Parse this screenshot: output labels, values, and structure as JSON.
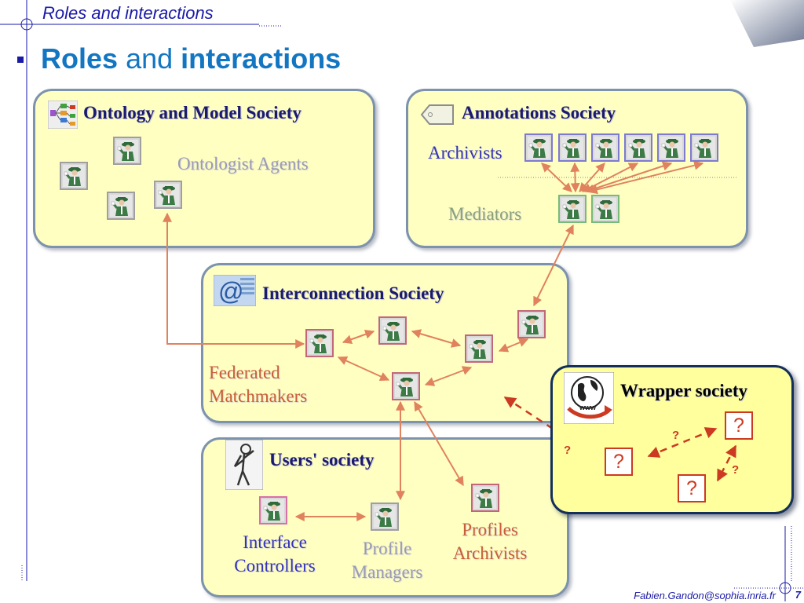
{
  "slide": {
    "header": "Roles and interactions",
    "title_part1": "Roles",
    "title_part2": "and",
    "title_part3": "interactions",
    "footer_email": "Fabien.Gandon@sophia.inria.fr",
    "page_number": "7"
  },
  "societies": {
    "ontology": {
      "title": "Ontology and Model Society",
      "agents_label": "Ontologist Agents"
    },
    "annotations": {
      "title": "Annotations Society",
      "archivists_label": "Archivists",
      "mediators_label": "Mediators"
    },
    "interconnection": {
      "title": "Interconnection Society",
      "matchmakers_line1": "Federated",
      "matchmakers_line2": "Matchmakers"
    },
    "users": {
      "title": "Users' society",
      "interface_line1": "Interface",
      "interface_line2": "Controllers",
      "profile_line1": "Profile",
      "profile_line2": "Managers",
      "profiles_arch_line1": "Profiles",
      "profiles_arch_line2": "Archivists"
    },
    "wrapper": {
      "title": "Wrapper society",
      "www_label": "www",
      "unknown_agent": "?",
      "link_label": "?"
    }
  },
  "colors": {
    "arrow": "#e0825e",
    "dashed_arrow": "#cc3a22",
    "box_fill": "#ffffc2",
    "wrapper_fill": "#ffff9e",
    "title_blue": "#1276c2"
  }
}
